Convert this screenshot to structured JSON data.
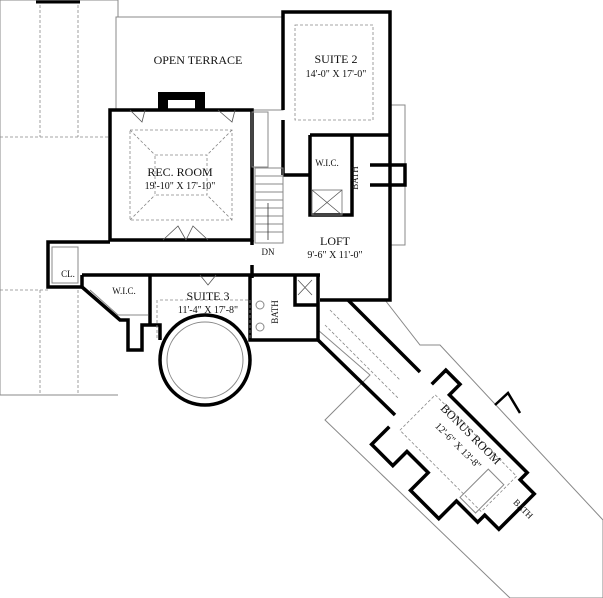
{
  "rooms": {
    "open_terrace": {
      "name": "OPEN TERRACE"
    },
    "suite2": {
      "name": "SUITE 2",
      "size": "14'-0\" X 17'-0\""
    },
    "rec_room": {
      "name": "REC. ROOM",
      "size": "19'-10\" X 17'-10\""
    },
    "suite2_wic": {
      "name": "W.I.C."
    },
    "suite2_bath": {
      "name": "BATH"
    },
    "loft": {
      "name": "LOFT",
      "size": "9'-6\" X 11'-0\""
    },
    "stair": {
      "name": "DN"
    },
    "closet": {
      "name": "CL."
    },
    "suite3_wic": {
      "name": "W.I.C."
    },
    "suite3": {
      "name": "SUITE 3",
      "size": "11'-4\" X 17'-8\""
    },
    "suite3_bath": {
      "name": "BATH"
    },
    "bonus_room": {
      "name": "BONUS ROOM",
      "size": "12'-6\" X 13'-8\""
    },
    "bonus_bath": {
      "name": "BATH"
    }
  }
}
